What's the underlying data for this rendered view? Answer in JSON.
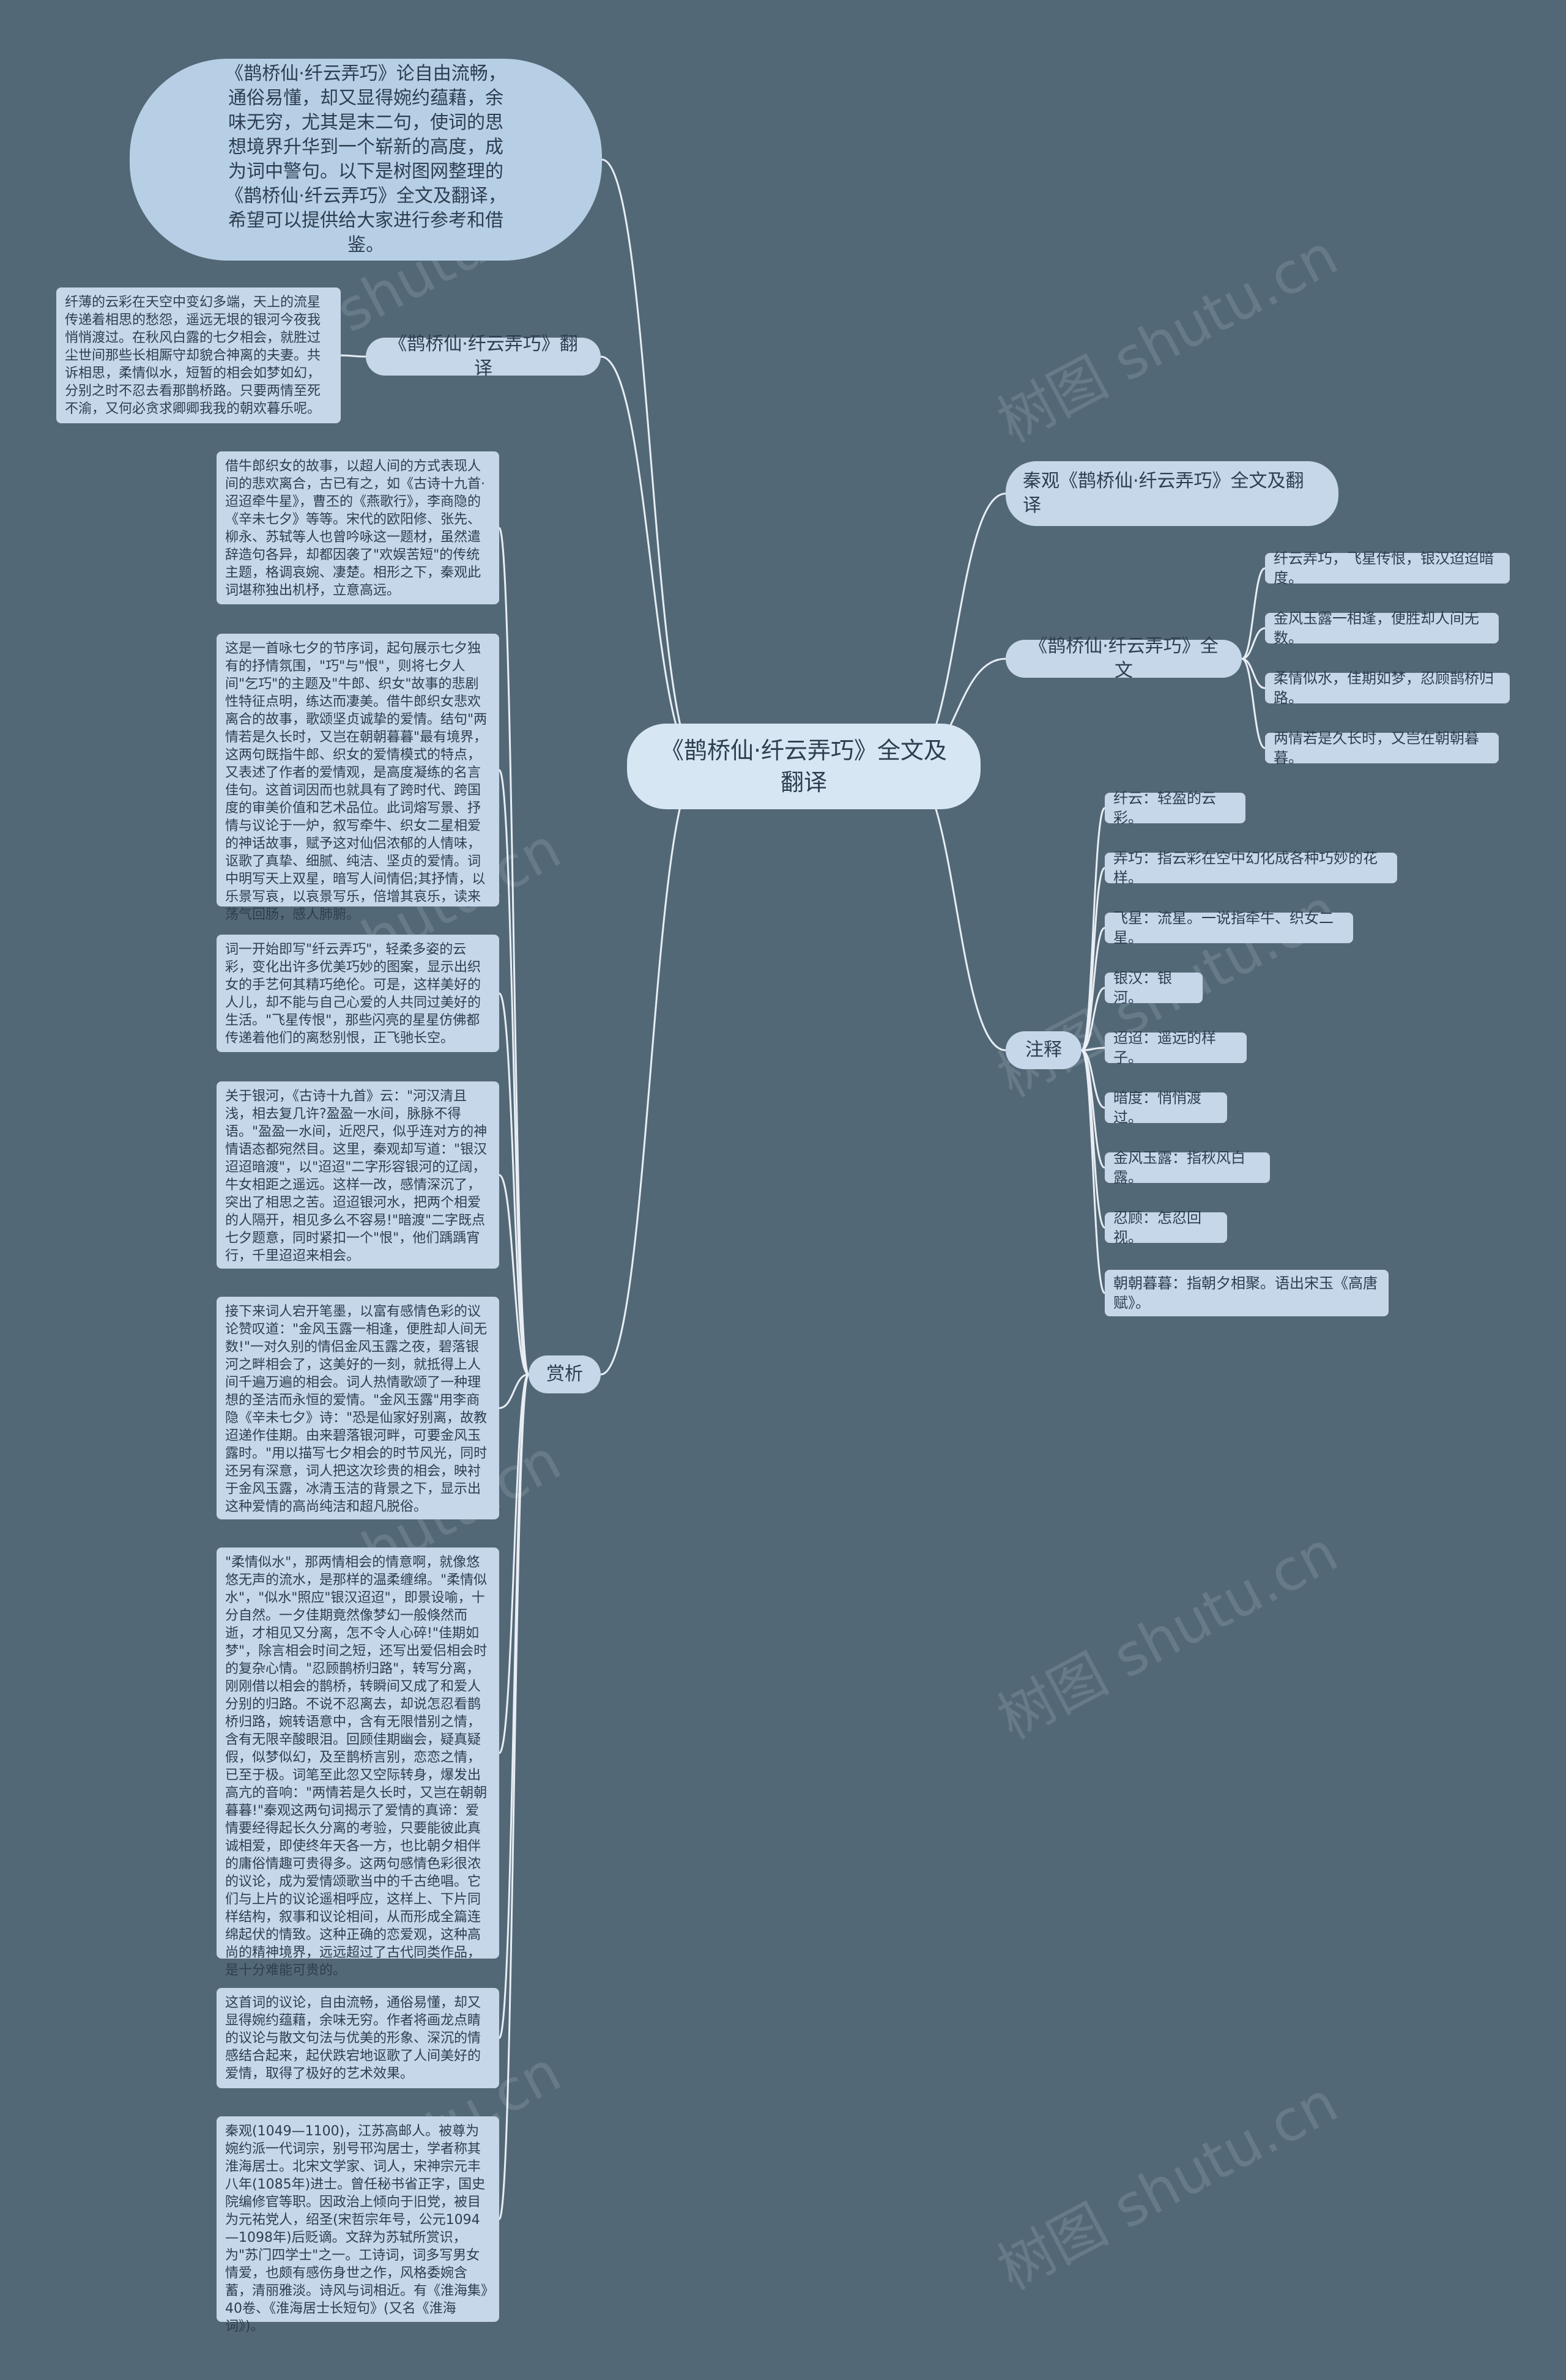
{
  "root": "《鹊桥仙·纤云弄巧》全文及翻译",
  "intro": "《鹊桥仙·纤云弄巧》论自由流畅，通俗易懂，却又显得婉约蕴藉，余味无穷，尤其是末二句，使词的思想境界升华到一个崭新的高度，成为词中警句。以下是树图网整理的《鹊桥仙·纤云弄巧》全文及翻译，希望可以提供给大家进行参考和借鉴。",
  "translation": {
    "label": "《鹊桥仙·纤云弄巧》翻译",
    "text": "纤薄的云彩在天空中变幻多端，天上的流星传递着相思的愁怨，遥远无垠的银河今夜我悄悄渡过。在秋风白露的七夕相会，就胜过尘世间那些长相厮守却貌合神离的夫妻。共诉相思，柔情似水，短暂的相会如梦如幻，分别之时不忍去看那鹊桥路。只要两情至死不渝，又何必贪求卿卿我我的朝欢暮乐呢。"
  },
  "appreciation": {
    "label": "赏析",
    "items": [
      "借牛郎织女的故事，以超人间的方式表现人间的悲欢离合，古已有之，如《古诗十九首·迢迢牵牛星》，曹丕的《燕歌行》，李商隐的《辛未七夕》等等。宋代的欧阳修、张先、柳永、苏轼等人也曾吟咏这一题材，虽然遣辞造句各异，却都因袭了\"欢娱苦短\"的传统主题，格调哀婉、凄楚。相形之下，秦观此词堪称独出机杼，立意高远。",
      "这是一首咏七夕的节序词，起句展示七夕独有的抒情氛围，\"巧\"与\"恨\"，则将七夕人间\"乞巧\"的主题及\"牛郎、织女\"故事的悲剧性特征点明，练达而凄美。借牛郎织女悲欢离合的故事，歌颂坚贞诚挚的爱情。结句\"两情若是久长时，又岂在朝朝暮暮\"最有境界，这两句既指牛郎、织女的爱情模式的特点，又表述了作者的爱情观，是高度凝练的名言佳句。这首词因而也就具有了跨时代、跨国度的审美价值和艺术品位。此词熔写景、抒情与议论于一炉，叙写牵牛、织女二星相爱的神话故事，赋予这对仙侣浓郁的人情味，讴歌了真挚、细腻、纯洁、坚贞的爱情。词中明写天上双星，暗写人间情侣;其抒情，以乐景写哀，以哀景写乐，倍增其哀乐，读来荡气回肠，感人肺腑。",
      "词一开始即写\"纤云弄巧\"，轻柔多姿的云彩，变化出许多优美巧妙的图案，显示出织女的手艺何其精巧绝伦。可是，这样美好的人儿，却不能与自己心爱的人共同过美好的生活。\"飞星传恨\"，那些闪亮的星星仿佛都传递着他们的离愁别恨，正飞驰长空。",
      "关于银河，《古诗十九首》云：\"河汉清且浅，相去复几许?盈盈一水间，脉脉不得语。\"盈盈一水间，近咫尺，似乎连对方的神情语态都宛然目。这里，秦观却写道：\"银汉迢迢暗渡\"，以\"迢迢\"二字形容银河的辽阔，牛女相距之遥远。这样一改，感情深沉了，突出了相思之苦。迢迢银河水，把两个相爱的人隔开，相见多么不容易!\"暗渡\"二字既点七夕题意，同时紧扣一个\"恨\"，他们踽踽宵行，千里迢迢来相会。",
      "接下来词人宕开笔墨，以富有感情色彩的议论赞叹道：\"金风玉露一相逢，便胜却人间无数!\"一对久别的情侣金风玉露之夜，碧落银河之畔相会了，这美好的一刻，就抵得上人间千遍万遍的相会。词人热情歌颂了一种理想的圣洁而永恒的爱情。\"金风玉露\"用李商隐《辛未七夕》诗：\"恐是仙家好别离，故教迢递作佳期。由来碧落银河畔，可要金风玉露时。\"用以描写七夕相会的时节风光，同时还另有深意，词人把这次珍贵的相会，映衬于金风玉露，冰清玉洁的背景之下，显示出这种爱情的高尚纯洁和超凡脱俗。",
      "\"柔情似水\"，那两情相会的情意啊，就像悠悠无声的流水，是那样的温柔缠绵。\"柔情似水\"，\"似水\"照应\"银汉迢迢\"，即景设喻，十分自然。一夕佳期竟然像梦幻一般倏然而逝，才相见又分离，怎不令人心碎!\"佳期如梦\"，除言相会时间之短，还写出爱侣相会时的复杂心情。\"忍顾鹊桥归路\"，转写分离，刚刚借以相会的鹊桥，转瞬间又成了和爱人分别的归路。不说不忍离去，却说怎忍看鹊桥归路，婉转语意中，含有无限惜别之情，含有无限辛酸眼泪。回顾佳期幽会，疑真疑假，似梦似幻，及至鹊桥言别，恋恋之情，已至于极。词笔至此忽又空际转身，爆发出高亢的音响：\"两情若是久长时，又岂在朝朝暮暮!\"秦观这两句词揭示了爱情的真谛：爱情要经得起长久分离的考验，只要能彼此真诚相爱，即使终年天各一方，也比朝夕相伴的庸俗情趣可贵得多。这两句感情色彩很浓的议论，成为爱情颂歌当中的千古绝唱。它们与上片的议论遥相呼应，这样上、下片同样结构，叙事和议论相间，从而形成全篇连绵起伏的情致。这种正确的恋爱观，这种高尚的精神境界，远远超过了古代同类作品，是十分难能可贵的。",
      "这首词的议论，自由流畅，通俗易懂，却又显得婉约蕴藉，余味无穷。作者将画龙点睛的议论与散文句法与优美的形象、深沉的情感结合起来，起伏跌宕地讴歌了人间美好的爱情，取得了极好的艺术效果。",
      "秦观(1049—1100)，江苏高邮人。被尊为婉约派一代词宗，别号邗沟居士，学者称其淮海居士。北宋文学家、词人，宋神宗元丰八年(1085年)进士。曾任秘书省正字，国史院编修官等职。因政治上倾向于旧党，被目为元祐党人，绍圣(宋哲宗年号，公元1094—1098年)后贬谪。文辞为苏轼所赏识，为\"苏门四学士\"之一。工诗词，词多写男女情爱，也颇有感伤身世之作，风格委婉含蓄，清丽雅淡。诗风与词相近。有《淮海集》40卷、《淮海居士长短句》(又名《淮海词》)。"
    ]
  },
  "author_title": "秦观《鹊桥仙·纤云弄巧》全文及翻译",
  "fulltext": {
    "label": "《鹊桥仙·纤云弄巧》全文",
    "lines": [
      "纤云弄巧，飞星传恨，银汉迢迢暗度。",
      "金风玉露一相逢，便胜却人间无数。",
      "柔情似水，佳期如梦，忍顾鹊桥归路。",
      "两情若是久长时，又岂在朝朝暮暮。"
    ]
  },
  "notes": {
    "label": "注释",
    "items": [
      "纤云：轻盈的云彩。",
      "弄巧：指云彩在空中幻化成各种巧妙的花样。",
      "飞星：流星。一说指牵牛、织女二星。",
      "银汉：银河。",
      "迢迢：遥远的样子。",
      "暗度：悄悄渡过。",
      "金风玉露：指秋风白露。",
      "忍顾：怎忍回视。",
      "朝朝暮暮：指朝夕相聚。语出宋玉《高唐赋》。"
    ]
  },
  "watermark": "树图 shutu.cn",
  "colors": {
    "background": "#536877",
    "node": "#c5d7e8",
    "line": "#e8eef4"
  }
}
